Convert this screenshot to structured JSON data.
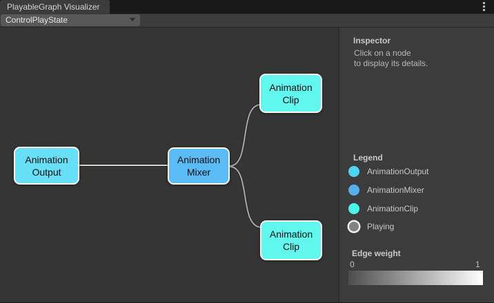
{
  "window": {
    "tab_title": "PlayableGraph Visualizer",
    "menu_icon": "kebab-menu-icon"
  },
  "toolbar": {
    "graph_dropdown": {
      "value": "ControlPlayState"
    }
  },
  "graph": {
    "nodes": [
      {
        "id": "animation-output",
        "label": "Animation Output",
        "color": "#66dff7"
      },
      {
        "id": "animation-mixer",
        "label": "Animation Mixer",
        "color": "#5bbbf5"
      },
      {
        "id": "animation-clip-top",
        "label": "Animation Clip",
        "color": "#61f7ef"
      },
      {
        "id": "animation-clip-bottom",
        "label": "Animation Clip",
        "color": "#61f7ef"
      }
    ],
    "edges": [
      {
        "from": "animation-output",
        "to": "animation-mixer",
        "color": "#d6d6d6"
      },
      {
        "from": "animation-mixer",
        "to": "animation-clip-top",
        "color": "#a9a9a9"
      },
      {
        "from": "animation-mixer",
        "to": "animation-clip-bottom",
        "color": "#a9a9a9"
      }
    ]
  },
  "inspector": {
    "title": "Inspector",
    "hint_line1": "Click on a node",
    "hint_line2": "to display its details."
  },
  "legend": {
    "title": "Legend",
    "items": [
      {
        "label": "AnimationOutput",
        "color": "#4fd5f2"
      },
      {
        "label": "AnimationMixer",
        "color": "#57aee9"
      },
      {
        "label": "AnimationClip",
        "color": "#4ff2e7"
      },
      {
        "label": "Playing",
        "color": "#828282",
        "ring_color": "#f2f2f2"
      }
    ]
  },
  "edge_weight": {
    "title": "Edge weight",
    "min_label": "0",
    "max_label": "1",
    "gradient_start": "#4e4e4e",
    "gradient_end": "#ffffff"
  }
}
